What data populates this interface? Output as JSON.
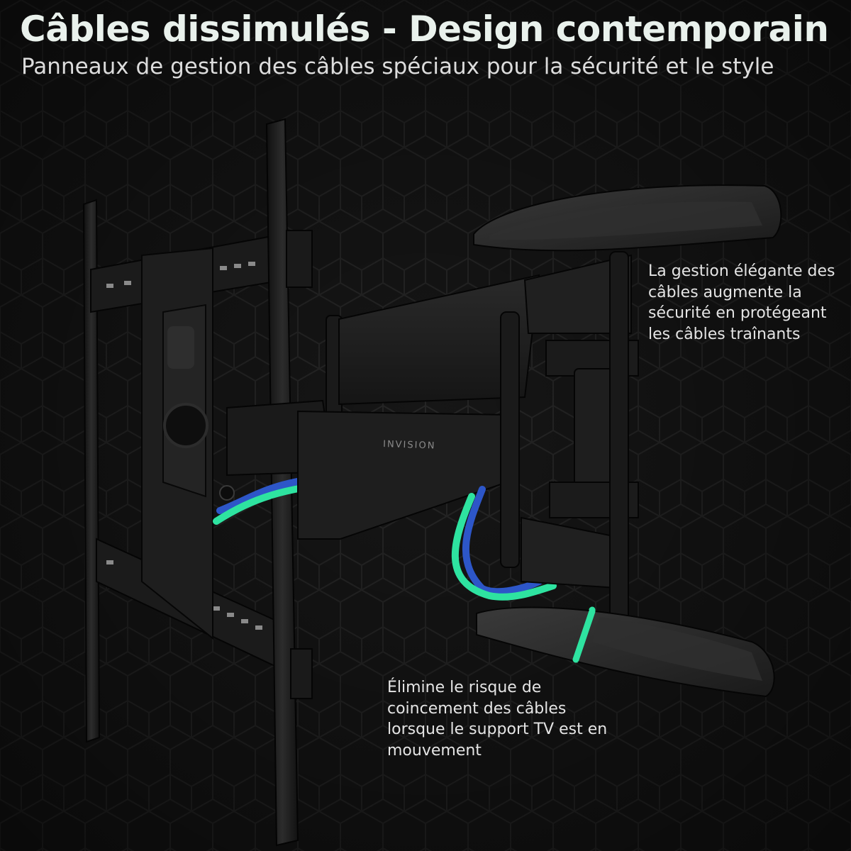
{
  "headline": "Câbles dissimulés - Design contemporain",
  "subheadline": "Panneaux de gestion des câbles spéciaux pour la sécurité et le style",
  "callouts": {
    "top_right": "La gestion élégante des câbles augmente la sécurité en protégeant les câbles traînants",
    "bottom_center": "Élimine le risque de coincement des câbles lorsque le support TV est en mouvement"
  },
  "brand_logo": "INVISION",
  "colors": {
    "background": "#141414",
    "mount": "#1c1c1c",
    "cable_green": "#2ee3a0",
    "cable_blue": "#2d56c8"
  }
}
